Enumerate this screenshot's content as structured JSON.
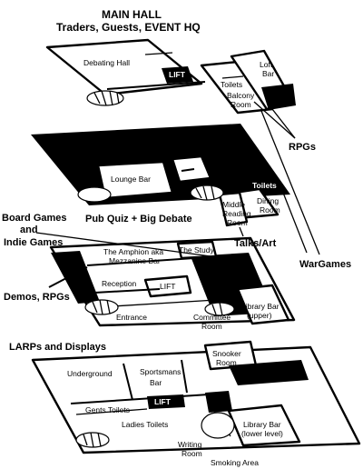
{
  "top_floor": {
    "title": "MAIN HALL",
    "subtitle": "Traders, Guests, EVENT HQ",
    "rooms": {
      "debating_hall": "Debating Hall",
      "lift": "LIFT",
      "toilets": "Toilets",
      "loft_bar_1": "Loft",
      "loft_bar_2": "Bar",
      "balcony_1": "Balcony",
      "balcony_2": "Room"
    }
  },
  "second_floor": {
    "rooms": {
      "lounge_bar": "Lounge Bar",
      "toilets": "Toilets",
      "dining_1": "Dining",
      "dining_2": "Room",
      "middle_reading_1": "Middle",
      "middle_reading_2": "Reading",
      "middle_reading_3": "Room"
    }
  },
  "third_floor": {
    "rooms": {
      "amphion_1": "The Amphion aka",
      "amphion_2": "Mezzanine Bar",
      "the_study": "The Study",
      "reception": "Reception",
      "lift": "LIFT",
      "entrance": "Entrance",
      "committee_1": "Committee",
      "committee_2": "Room",
      "library_bar_1": "Library Bar",
      "library_bar_2": "(upper)"
    }
  },
  "bottom_floor": {
    "rooms": {
      "underground": "Underground",
      "sportsmans_1": "Sportsmans",
      "sportsmans_2": "Bar",
      "snooker_1": "Snooker",
      "snooker_2": "Room",
      "gents": "Gents Toilets",
      "lift": "LIFT",
      "ladies": "Ladies Toilets",
      "library_bar_1": "Library Bar",
      "library_bar_2": "(lower level)",
      "writing_1": "Writing",
      "writing_2": "Room",
      "smoking": "Smoking Area"
    }
  },
  "annotations": {
    "rpgs": "RPGs",
    "pub_quiz": "Pub Quiz + Big Debate",
    "talks_art": "Talks/Art",
    "board_games_1": "Board Games",
    "board_games_2": "and",
    "indie_games": "Indie Games",
    "wargames": "WarGames",
    "demos_rpgs": "Demos, RPGs",
    "larps": "LARPs and Displays"
  }
}
